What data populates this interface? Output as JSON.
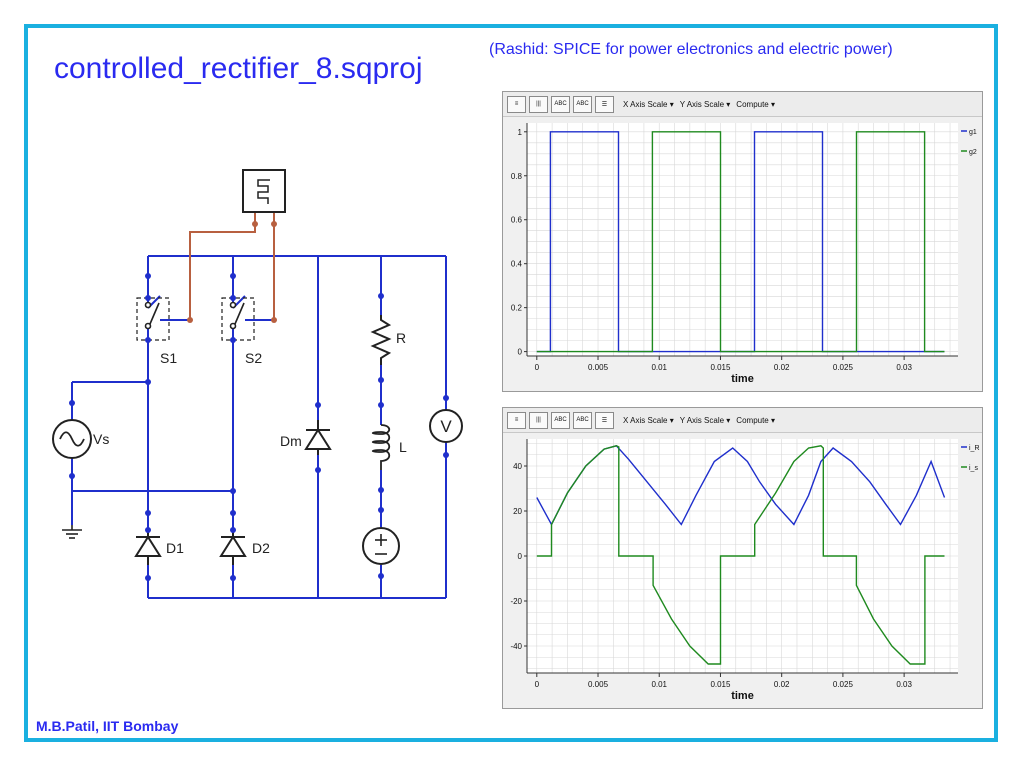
{
  "slide": {
    "title": "controlled_rectifier_8.sqproj",
    "subtitle": "(Rashid: SPICE for power electronics and electric power)",
    "footer": "M.B.Patil, IIT Bombay",
    "border_color": "#1ab0e0",
    "text_color": "#2a2af0"
  },
  "circuit": {
    "labels": {
      "s1": "S1",
      "s2": "S2",
      "vs": "Vs",
      "dm": "Dm",
      "r": "R",
      "l": "L",
      "d1": "D1",
      "d2": "D2"
    },
    "voltmeter_symbol": "V",
    "wire_color": "#1f2fcc",
    "control_wire_color": "#b86040"
  },
  "toolbar": {
    "x_axis_scale": "X Axis Scale",
    "y_axis_scale": "Y Axis Scale",
    "compute": "Compute",
    "icons": [
      "list-icon",
      "bars-icon",
      "abc-icon",
      "abc-chart-icon",
      "legend-icon"
    ],
    "abc_text": "ABC"
  },
  "chart_data": [
    {
      "type": "line",
      "xlabel": "time",
      "xlim": [
        -0.0008,
        0.0344
      ],
      "ylim": [
        -0.02,
        1.04
      ],
      "x_ticks": [
        0,
        0.005,
        0.01,
        0.015,
        0.02,
        0.025,
        0.03
      ],
      "x_tick_labels": [
        "0",
        "0.005",
        "0.01",
        "0.015",
        "0.02",
        "0.025",
        "0.03"
      ],
      "y_ticks": [
        0,
        0.2,
        0.4,
        0.6,
        0.8,
        1
      ],
      "y_tick_labels": [
        "0",
        "0.2",
        "0.4",
        "0.6",
        "0.8",
        "1"
      ],
      "series": [
        {
          "name": "g1",
          "color": "#1f2fcc",
          "x": [
            0,
            0.00111,
            0.00111,
            0.00667,
            0.00667,
            0.01778,
            0.01778,
            0.02333,
            0.02333,
            0.0333
          ],
          "y": [
            0,
            0,
            1,
            1,
            0,
            0,
            1,
            1,
            0,
            0
          ]
        },
        {
          "name": "g2",
          "color": "#1f8a1f",
          "x": [
            0,
            0.00944,
            0.00944,
            0.015,
            0.015,
            0.02611,
            0.02611,
            0.03167,
            0.03167,
            0.0333
          ],
          "y": [
            0,
            0,
            1,
            1,
            0,
            0,
            1,
            1,
            0,
            0
          ]
        }
      ]
    },
    {
      "type": "line",
      "xlabel": "time",
      "xlim": [
        -0.0008,
        0.0344
      ],
      "ylim": [
        -52,
        52
      ],
      "x_ticks": [
        0,
        0.005,
        0.01,
        0.015,
        0.02,
        0.025,
        0.03
      ],
      "x_tick_labels": [
        "0",
        "0.005",
        "0.01",
        "0.015",
        "0.02",
        "0.025",
        "0.03"
      ],
      "y_ticks": [
        -40,
        -20,
        0,
        20,
        40
      ],
      "y_tick_labels": [
        "-40",
        "-20",
        "0",
        "20",
        "40"
      ],
      "series": [
        {
          "name": "i_R",
          "color": "#1f2fcc",
          "x": [
            0,
            0.0007,
            0.0012,
            0.0025,
            0.004,
            0.0055,
            0.0065,
            0.0075,
            0.009,
            0.0105,
            0.0118,
            0.013,
            0.0145,
            0.016,
            0.0172,
            0.0182,
            0.0195,
            0.021,
            0.0222,
            0.0232,
            0.0242,
            0.0257,
            0.0272,
            0.0285,
            0.0297,
            0.031,
            0.0322,
            0.0333
          ],
          "y": [
            26,
            19,
            14,
            28,
            40,
            47.5,
            49,
            43,
            33,
            23,
            14,
            27,
            42,
            48,
            42,
            33,
            23,
            14,
            27,
            42,
            48,
            42,
            33,
            23,
            14,
            27,
            42,
            26
          ]
        },
        {
          "name": "i_s",
          "color": "#1f8a1f",
          "x": [
            0,
            0.0012,
            0.0012,
            0.0025,
            0.004,
            0.0055,
            0.0065,
            0.0067,
            0.0067,
            0.0095,
            0.0095,
            0.011,
            0.0125,
            0.014,
            0.015,
            0.015,
            0.0178,
            0.0178,
            0.0195,
            0.021,
            0.0222,
            0.0232,
            0.0234,
            0.0234,
            0.0261,
            0.0261,
            0.0275,
            0.029,
            0.0305,
            0.0317,
            0.0317,
            0.0333
          ],
          "y": [
            0,
            0,
            14,
            28,
            40,
            47.5,
            49,
            48.5,
            0,
            0,
            -13,
            -28,
            -40,
            -48,
            -48,
            0,
            0,
            14,
            28,
            42,
            48,
            49,
            48,
            0,
            0,
            -13,
            -28,
            -40,
            -48,
            -48,
            0,
            0
          ]
        }
      ]
    }
  ]
}
